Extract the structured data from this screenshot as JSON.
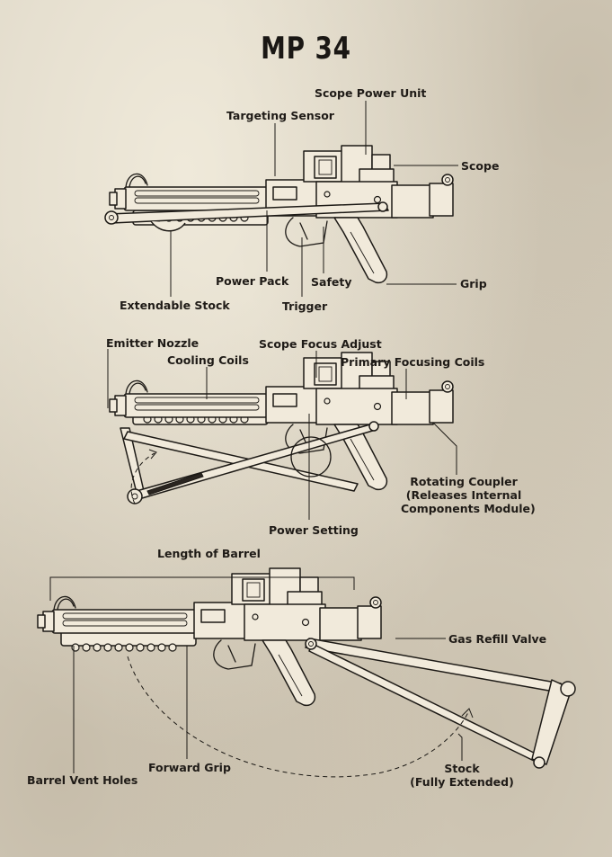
{
  "title": "MP 34",
  "labels": {
    "scope_power_unit": "Scope Power Unit",
    "targeting_sensor": "Targeting Sensor",
    "scope": "Scope",
    "power_pack": "Power Pack",
    "safety": "Safety",
    "grip": "Grip",
    "extendable_stock": "Extendable Stock",
    "trigger": "Trigger",
    "emitter_nozzle": "Emitter Nozzle",
    "scope_focus_adjust": "Scope Focus Adjust",
    "cooling_coils": "Cooling Coils",
    "primary_focusing_coils": "Primary Focusing Coils",
    "rotating_coupler_1": "Rotating Coupler",
    "rotating_coupler_2": "(Releases Internal",
    "rotating_coupler_3": "Components Module)",
    "power_setting": "Power Setting",
    "length_of_barrel": "Length of Barrel",
    "gas_refill_valve": "Gas Refill Valve",
    "barrel_vent_holes": "Barrel Vent Holes",
    "forward_grip": "Forward Grip",
    "stock_1": "Stock",
    "stock_2": "(Fully Extended)"
  },
  "colors": {
    "paper": "#dcd5c5",
    "ink": "#1d1a16",
    "gun_fill": "#f1eadb"
  }
}
